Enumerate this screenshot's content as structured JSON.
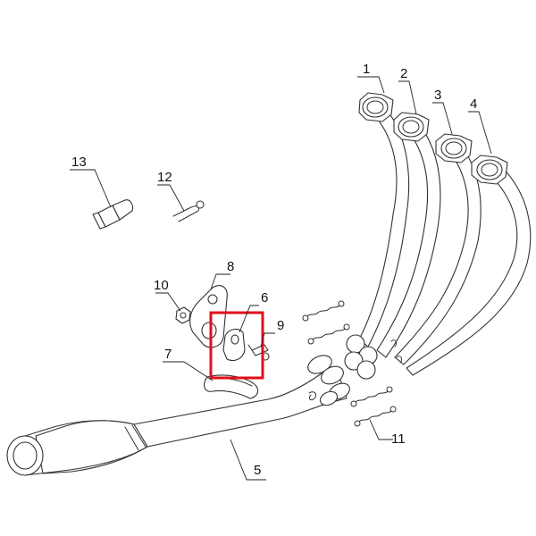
{
  "callouts": {
    "c1": "1",
    "c2": "2",
    "c3": "3",
    "c4": "4",
    "c5": "5",
    "c6": "6",
    "c7": "7",
    "c8": "8",
    "c9": "9",
    "c10": "10",
    "c11": "11",
    "c12": "12",
    "c13": "13"
  },
  "highlighted_part": "6",
  "colors": {
    "line": "#333333",
    "highlight": "#e0101a",
    "background": "#ffffff"
  }
}
